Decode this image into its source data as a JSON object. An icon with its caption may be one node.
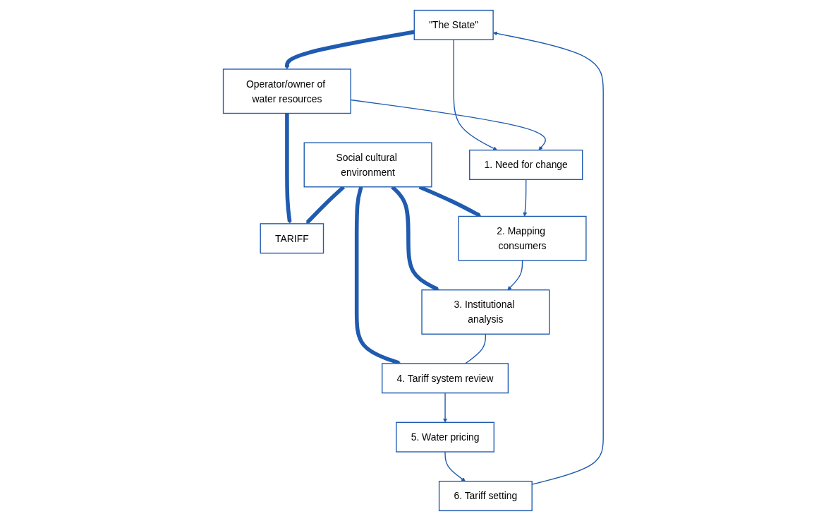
{
  "diagram": {
    "nodes": [
      {
        "text": [
          "\"The State\""
        ]
      },
      {
        "text": [
          "Operator/owner of water resources"
        ]
      },
      {
        "text": [
          "TARIFF"
        ]
      },
      {
        "text": [
          "Social cultural environment"
        ]
      },
      {
        "text": [
          "1. Need for change"
        ]
      },
      {
        "text": [
          "2. Mapping consumers"
        ]
      },
      {
        "text": [
          "3. Institutional analysis"
        ]
      },
      {
        "text": [
          "4. Tariff system review"
        ]
      },
      {
        "text": [
          "5. Water pricing"
        ]
      },
      {
        "text": [
          "6. Tariff setting"
        ]
      }
    ],
    "edges": [
      {
        "from": 0,
        "to": 1,
        "arrow": "to",
        "style": "thick"
      },
      {
        "from": 1,
        "to": 2,
        "arrow": "to",
        "style": "thick"
      },
      {
        "from": 3,
        "to": 2,
        "arrow": "to",
        "style": "thick"
      },
      {
        "from": 3,
        "to": 7,
        "arrow": "to",
        "style": "thick"
      },
      {
        "from": 3,
        "to": 6,
        "arrow": "to",
        "style": "thick"
      },
      {
        "from": 3,
        "to": 5,
        "arrow": "to",
        "style": "thick"
      },
      {
        "from": 0,
        "to": 4,
        "arrow": "to"
      },
      {
        "from": 1,
        "to": 4,
        "arrow": "to"
      },
      {
        "from": 4,
        "to": 5,
        "arrow": "to"
      },
      {
        "from": 5,
        "to": 6,
        "arrow": "to"
      },
      {
        "from": 6,
        "to": 7,
        "arrow": "none"
      },
      {
        "from": 7,
        "to": 8,
        "arrow": "to"
      },
      {
        "from": 8,
        "to": 9,
        "arrow": "to"
      },
      {
        "from": 9,
        "to": 0,
        "arrow": "to"
      }
    ]
  }
}
